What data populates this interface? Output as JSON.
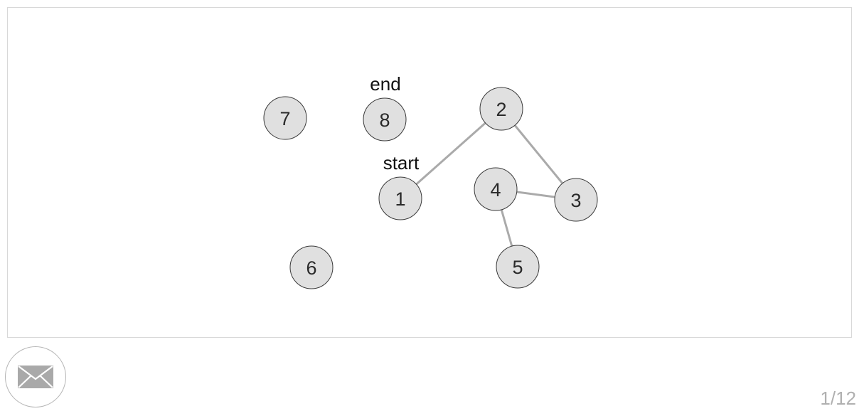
{
  "puzzle": {
    "nodes": [
      {
        "id": "1",
        "label": "1"
      },
      {
        "id": "2",
        "label": "2"
      },
      {
        "id": "3",
        "label": "3"
      },
      {
        "id": "4",
        "label": "4"
      },
      {
        "id": "5",
        "label": "5"
      },
      {
        "id": "6",
        "label": "6"
      },
      {
        "id": "7",
        "label": "7"
      },
      {
        "id": "8",
        "label": "8"
      }
    ],
    "edges": [
      [
        "1",
        "2"
      ],
      [
        "2",
        "3"
      ],
      [
        "4",
        "3"
      ],
      [
        "4",
        "5"
      ]
    ],
    "start_label": "start",
    "start_node": "1",
    "end_label": "end",
    "end_node": "8"
  },
  "footer": {
    "send_icon": "envelope-icon",
    "page_counter": "1/12"
  },
  "colors": {
    "node_fill": "#e0e0e0",
    "node_stroke": "#3a3a3a",
    "edge": "#aaaaaa",
    "counter_text": "#b0b0b0"
  }
}
